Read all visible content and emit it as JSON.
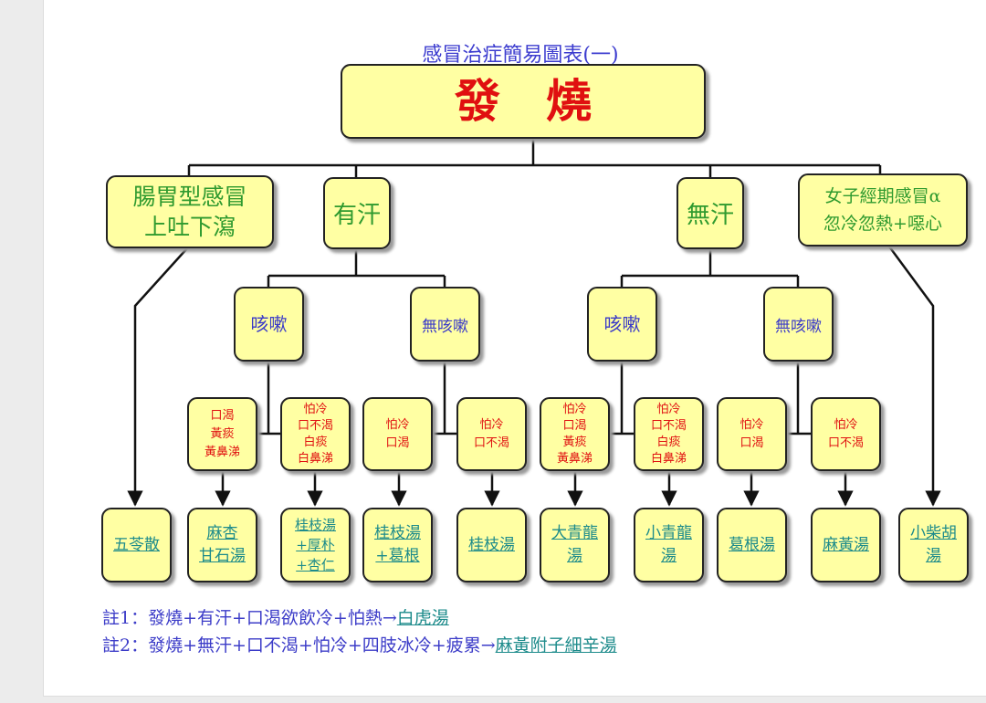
{
  "title": "感冒治症簡易圖表(一)",
  "root": "發　燒",
  "level1": {
    "gi": "腸胃型感冒\n上吐下瀉",
    "sweat": "有汗",
    "no_sweat": "無汗",
    "menstrual": "女子經期感冒α\n忽冷忽熱+噁心"
  },
  "level2": {
    "sweat_cough": "咳嗽",
    "sweat_no_cough": "無咳嗽",
    "nosweat_cough": "咳嗽",
    "nosweat_no_cough": "無咳嗽"
  },
  "level3": {
    "s1": "口渴\n黃痰\n黃鼻涕",
    "s2": "怕冷\n口不渴\n白痰\n白鼻涕",
    "s3": "怕冷\n口渴",
    "s4": "怕冷\n口不渴",
    "s5": "怕冷\n口渴\n黃痰\n黃鼻涕",
    "s6": "怕冷\n口不渴\n白痰\n白鼻涕",
    "s7": "怕冷\n口渴",
    "s8": "怕冷\n口不渴"
  },
  "formulas": {
    "f1": "五苓散",
    "f2": "麻杏\n甘石湯",
    "f3": "桂枝湯\n+厚朴\n+杏仁",
    "f4": "桂枝湯\n+葛根",
    "f5": "桂枝湯",
    "f6": "大青龍\n湯",
    "f7": "小青龍\n湯",
    "f8": "葛根湯",
    "f9": "麻黃湯",
    "f10": "小柴胡\n湯"
  },
  "notes": {
    "n1_text": "註1：發燒+有汗+口渴欲飲冷+怕熱→",
    "n1_link": "白虎湯",
    "n2_text": "註2：發燒+無汗+口不渴+怕冷+四肢冰冷+疲累→",
    "n2_link": "麻黃附子細辛湯"
  },
  "colors": {
    "box_fill": "#ffffa3",
    "green_text": "#2f9a2f",
    "blue_text": "#3a3ac8",
    "red_text": "#e01010",
    "formula_text": "#1d8b8b"
  }
}
